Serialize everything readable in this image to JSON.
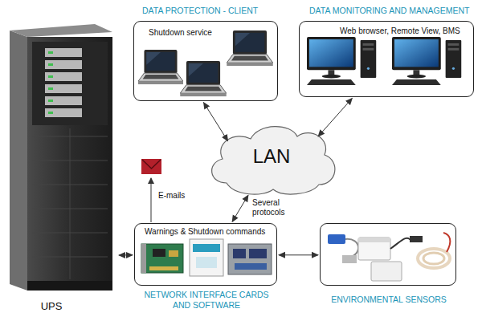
{
  "diagram": {
    "nodes": [
      {
        "text": [
          "UPS"
        ]
      },
      {
        "text": [
          "DATA PROTECTION - CLIENT",
          "Shutdown service"
        ]
      },
      {
        "text": [
          "DATA MONITORING AND MANAGEMENT",
          "Web browser, Remote View, BMS"
        ]
      },
      {
        "text": [
          "LAN"
        ]
      },
      {
        "text": [
          "Warnings & Shutdown commands",
          "NETWORK INTERFACE CARDS AND SOFTWARE"
        ]
      },
      {
        "text": [
          "ENVIRONMENTAL SENSORS"
        ]
      }
    ],
    "edges": [
      {
        "from": 0,
        "to": 4,
        "arrow": "both"
      },
      {
        "from": 4,
        "to": 3,
        "label": "Several protocols",
        "arrow": "both"
      },
      {
        "from": 3,
        "to": 1,
        "arrow": "both"
      },
      {
        "from": 3,
        "to": 2,
        "arrow": "both"
      },
      {
        "from": 4,
        "to": 5,
        "arrow": "both"
      }
    ],
    "labels": [
      "E-mails"
    ]
  }
}
